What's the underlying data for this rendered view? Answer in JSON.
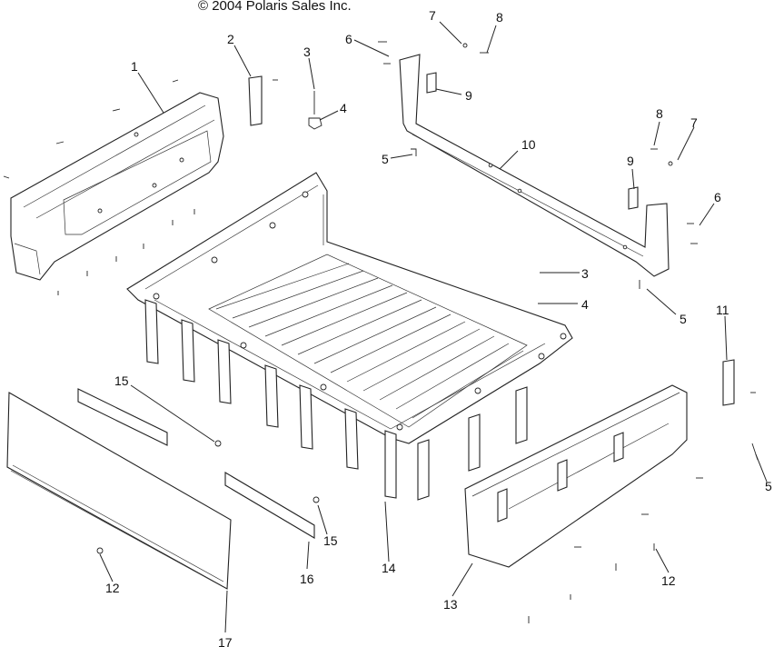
{
  "copyright": "© 2004 Polaris Sales Inc.",
  "callouts": [
    {
      "id": "c1",
      "text": "1"
    },
    {
      "id": "c2",
      "text": "2"
    },
    {
      "id": "c3a",
      "text": "3"
    },
    {
      "id": "c4a",
      "text": "4"
    },
    {
      "id": "c6a",
      "text": "6"
    },
    {
      "id": "c7a",
      "text": "7"
    },
    {
      "id": "c8a",
      "text": "8"
    },
    {
      "id": "c9a",
      "text": "9"
    },
    {
      "id": "c5a",
      "text": "5"
    },
    {
      "id": "c10",
      "text": "10"
    },
    {
      "id": "c8b",
      "text": "8"
    },
    {
      "id": "c7b",
      "text": "7"
    },
    {
      "id": "c9b",
      "text": "9"
    },
    {
      "id": "c6b",
      "text": "6"
    },
    {
      "id": "c3b",
      "text": "3"
    },
    {
      "id": "c4b",
      "text": "4"
    },
    {
      "id": "c5b",
      "text": "5"
    },
    {
      "id": "c11",
      "text": "11"
    },
    {
      "id": "c5c",
      "text": "5"
    },
    {
      "id": "c15a",
      "text": "15"
    },
    {
      "id": "c15b",
      "text": "15"
    },
    {
      "id": "c16",
      "text": "16"
    },
    {
      "id": "c14",
      "text": "14"
    },
    {
      "id": "c12a",
      "text": "12"
    },
    {
      "id": "c12b",
      "text": "12"
    },
    {
      "id": "c13",
      "text": "13"
    },
    {
      "id": "c17",
      "text": "17"
    }
  ]
}
